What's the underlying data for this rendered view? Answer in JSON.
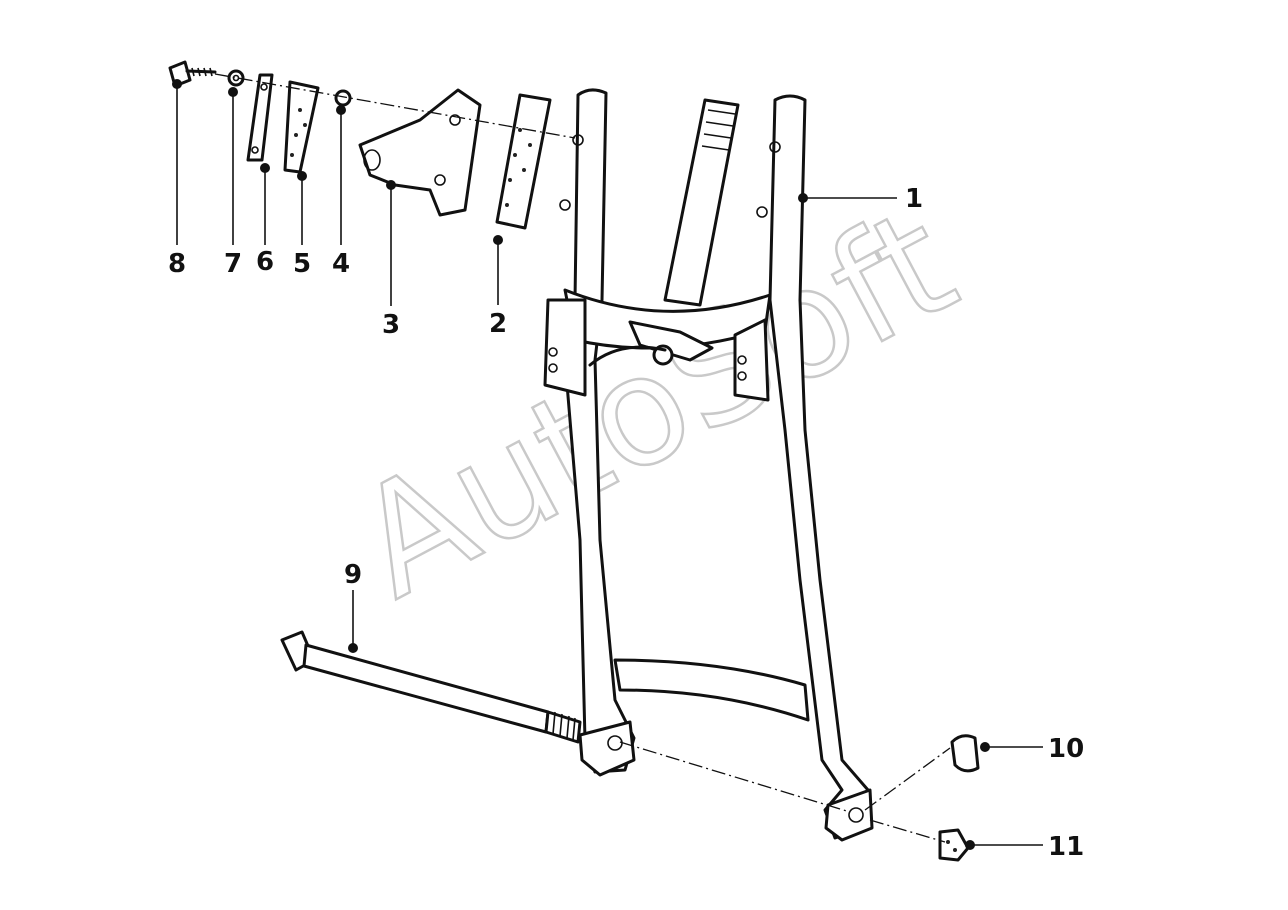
{
  "diagram": {
    "watermark": "AutoSoft",
    "callouts": [
      {
        "id": "1",
        "label": "1"
      },
      {
        "id": "2",
        "label": "2"
      },
      {
        "id": "3",
        "label": "3"
      },
      {
        "id": "4",
        "label": "4"
      },
      {
        "id": "5",
        "label": "5"
      },
      {
        "id": "6",
        "label": "6"
      },
      {
        "id": "7",
        "label": "7"
      },
      {
        "id": "8",
        "label": "8"
      },
      {
        "id": "9",
        "label": "9"
      },
      {
        "id": "10",
        "label": "10"
      },
      {
        "id": "11",
        "label": "11"
      }
    ]
  }
}
